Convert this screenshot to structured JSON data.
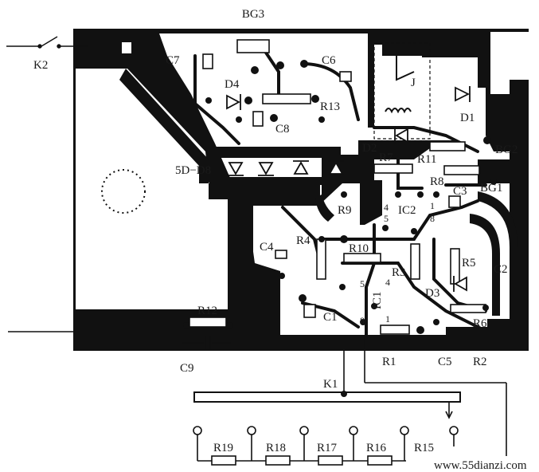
{
  "labels": {
    "bg3": "BG3",
    "k2": "K2",
    "c7": "C7",
    "c6": "C6",
    "d4": "D4",
    "r13": "R13",
    "c8": "C8",
    "j": "J",
    "d1": "D1",
    "d2": "D2",
    "bg2": "BG2",
    "r7": "R7",
    "r11": "R11",
    "d5d8": "5D−D8",
    "r8": "R8",
    "c3": "C3",
    "bg1": "BG1",
    "r9": "R9",
    "ic2": "IC2",
    "c4": "C4",
    "r4": "R4",
    "r10": "R10",
    "r3": "R3",
    "r5": "R5",
    "c2": "C2",
    "ic1": "IC1",
    "d3": "D3",
    "r12": "R12",
    "c1": "C1",
    "r6": "R6",
    "r1": "R1",
    "c5": "C5",
    "r2": "R2",
    "c9": "C9",
    "k1": "K1",
    "r19": "R19",
    "r18": "R18",
    "r17": "R17",
    "r16": "R16",
    "r15": "R15"
  },
  "pins": {
    "ic2_4": "4",
    "ic2_5": "5",
    "ic2_1": "1",
    "ic2_8": "8",
    "ic1_5": "5",
    "ic1_4": "4",
    "ic1_8": "8",
    "ic1_1": "1"
  },
  "watermark": "www.55dianzi.com"
}
